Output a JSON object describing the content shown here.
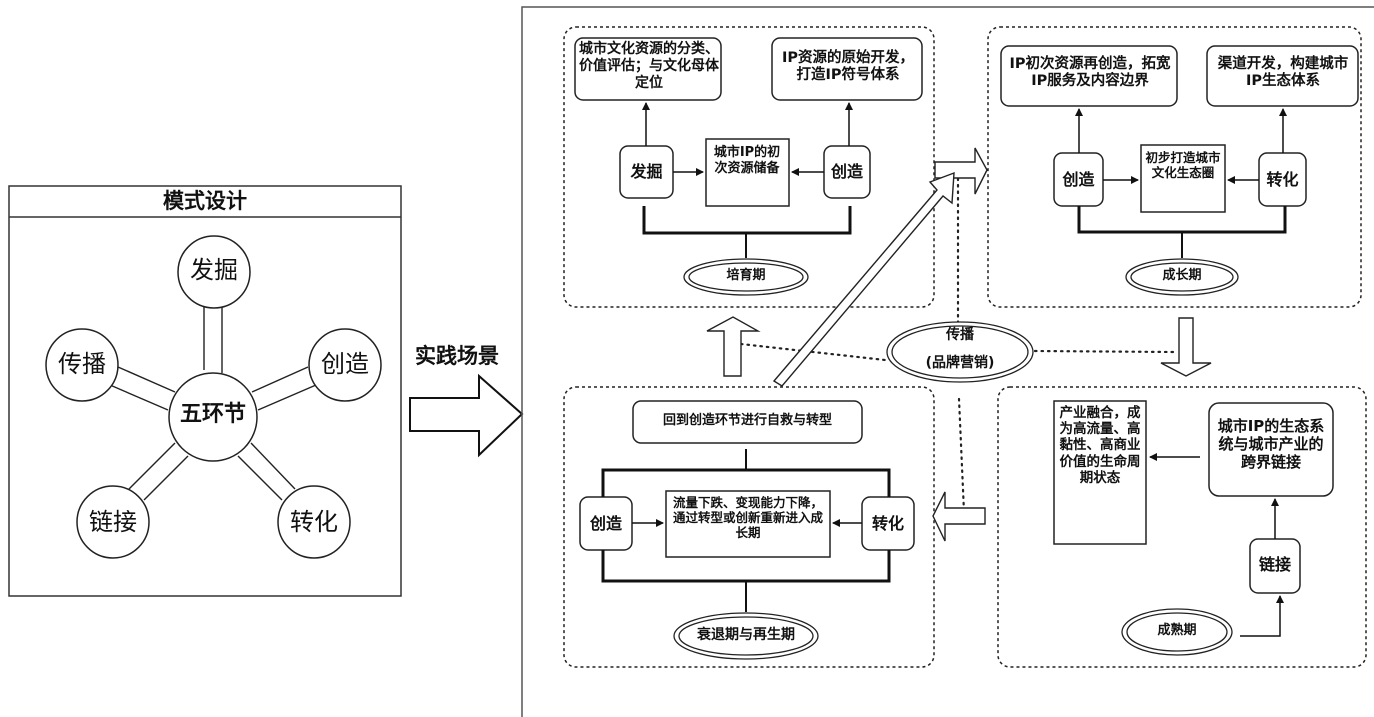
{
  "left_panel": {
    "title": "模式设计",
    "center": "五环节",
    "nodes": [
      "发掘",
      "创造",
      "转化",
      "链接",
      "传播"
    ]
  },
  "bridge": {
    "label": "实践场景"
  },
  "hub": {
    "line1": "传播",
    "line2": "(品牌营销)"
  },
  "stages": {
    "cultivation": {
      "name": "培育期",
      "left_step": "发掘",
      "right_step": "创造",
      "center": "城市IP的初次资源储备",
      "left_outcome": "城市文化资源的分类、价值评估；与文化母体定位",
      "right_outcome": "IP资源的原始开发，打造IP符号体系"
    },
    "growth": {
      "name": "成长期",
      "left_step": "创造",
      "right_step": "转化",
      "center": "初步打造城市文化生态圈",
      "left_outcome": "IP初次资源再创造，拓宽IP服务及内容边界",
      "right_outcome": "渠道开发，构建城市IP生态体系"
    },
    "maturity": {
      "name": "成熟期",
      "step": "链接",
      "link_result": "城市IP的生态系统与城市产业的跨界链接",
      "outcome": "产业融合，成为高流量、高黏性、高商业价值的生命周期状态"
    },
    "decline": {
      "name": "衰退期与再生期",
      "left_step": "创造",
      "right_step": "转化",
      "top": "回到创造环节进行自救与转型",
      "center": "流量下跌、变现能力下降，通过转型或创新重新进入成长期"
    }
  }
}
